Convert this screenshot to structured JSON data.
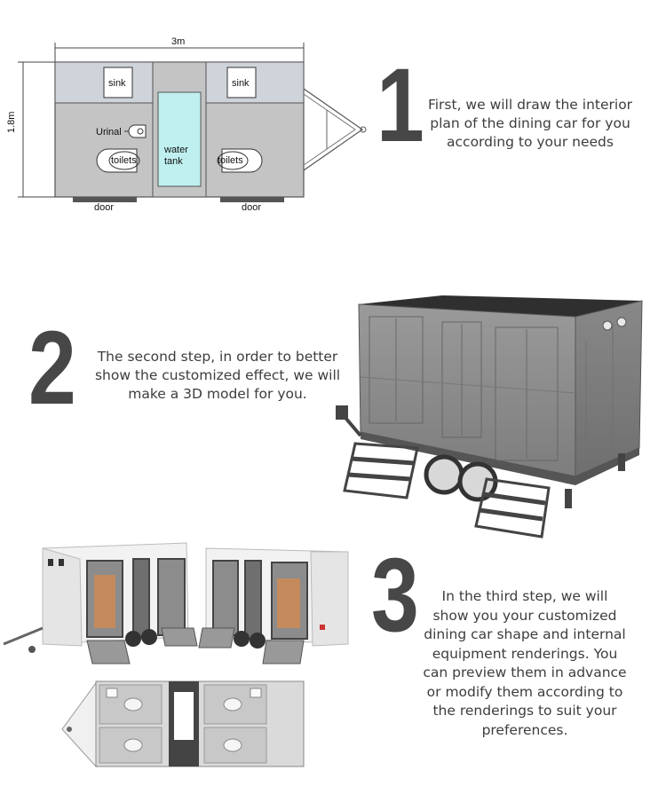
{
  "floor_plan": {
    "width_label": "3m",
    "height_label": "1.8m",
    "sink_left": "sink",
    "sink_right": "sink",
    "urinal": "Urinal",
    "water_tank_line1": "water",
    "water_tank_line2": "tank",
    "toilets_left": "toilets",
    "toilets_right": "toilets",
    "door_left": "door",
    "door_right": "door"
  },
  "steps": [
    {
      "number": "1",
      "lines": [
        "First, we will draw the interior",
        "plan of the dining car for you",
        "according to your needs"
      ]
    },
    {
      "number": "2",
      "lines": [
        "The second step, in order to better",
        "show the customized effect, we will",
        "make a 3D model for you."
      ]
    },
    {
      "number": "3",
      "lines": [
        "In the third step, we will",
        "show you your customized",
        "dining car shape and internal",
        "equipment renderings. You",
        "can preview them in advance",
        "or modify them according to",
        "the renderings to suit your",
        "preferences."
      ]
    }
  ],
  "colors": {
    "step_number": "#474747",
    "water_tank": "#bff0ef",
    "plan_top": "#cfd3da",
    "plan_body": "#c3c3c3",
    "model_body": "#8a8a8a"
  }
}
